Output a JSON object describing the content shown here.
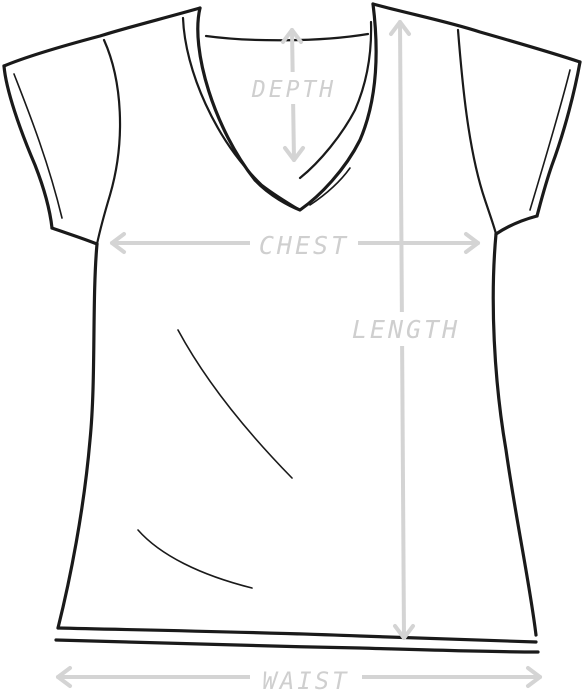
{
  "labels": {
    "depth": "DEPTH",
    "chest": "CHEST",
    "length": "LENGTH",
    "waist": "WAIST"
  },
  "colors": {
    "outline": "#1a1a1a",
    "measure": "#d4d4d4",
    "measure_text": "#cfcfcf",
    "background": "#ffffff"
  }
}
